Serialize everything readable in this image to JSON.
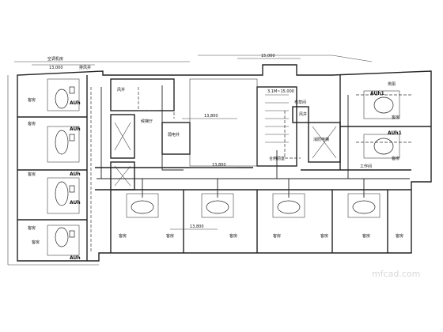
{
  "labels": {
    "ac_room": "空调机房",
    "width_top": "13,000",
    "shaft_top_left": "排风井",
    "room": "客房",
    "unit": "AUh",
    "elevator_hall": "候梯厅",
    "shaft": "风井",
    "ele_shaft": "弱电井",
    "dim_mid": "13,800",
    "dim_bottom": "13,800",
    "dim_top_right": "15,000",
    "housekeeping": "布草间",
    "staff": "工作间",
    "service_lift_lobby": "合用前室",
    "fire_lift": "消防电梯",
    "unit_ah1": "AUh1",
    "right_note": "男厕",
    "stair_dim": "3.1M~15.000",
    "watermark": "mfcad.com"
  }
}
